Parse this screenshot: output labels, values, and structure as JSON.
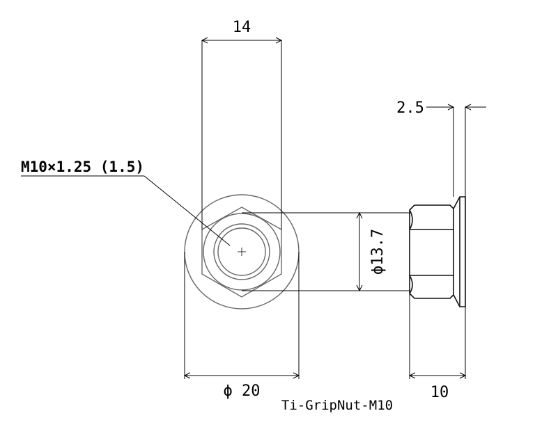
{
  "dimensions": {
    "hex_width": "14",
    "flange_thickness": "2.5",
    "thread_callout": "M10×1.25 (1.5)",
    "seat_diameter": "ϕ13.7",
    "flange_diameter": "ϕ 20",
    "height": "10"
  },
  "part_name": "Ti-GripNut-M10"
}
